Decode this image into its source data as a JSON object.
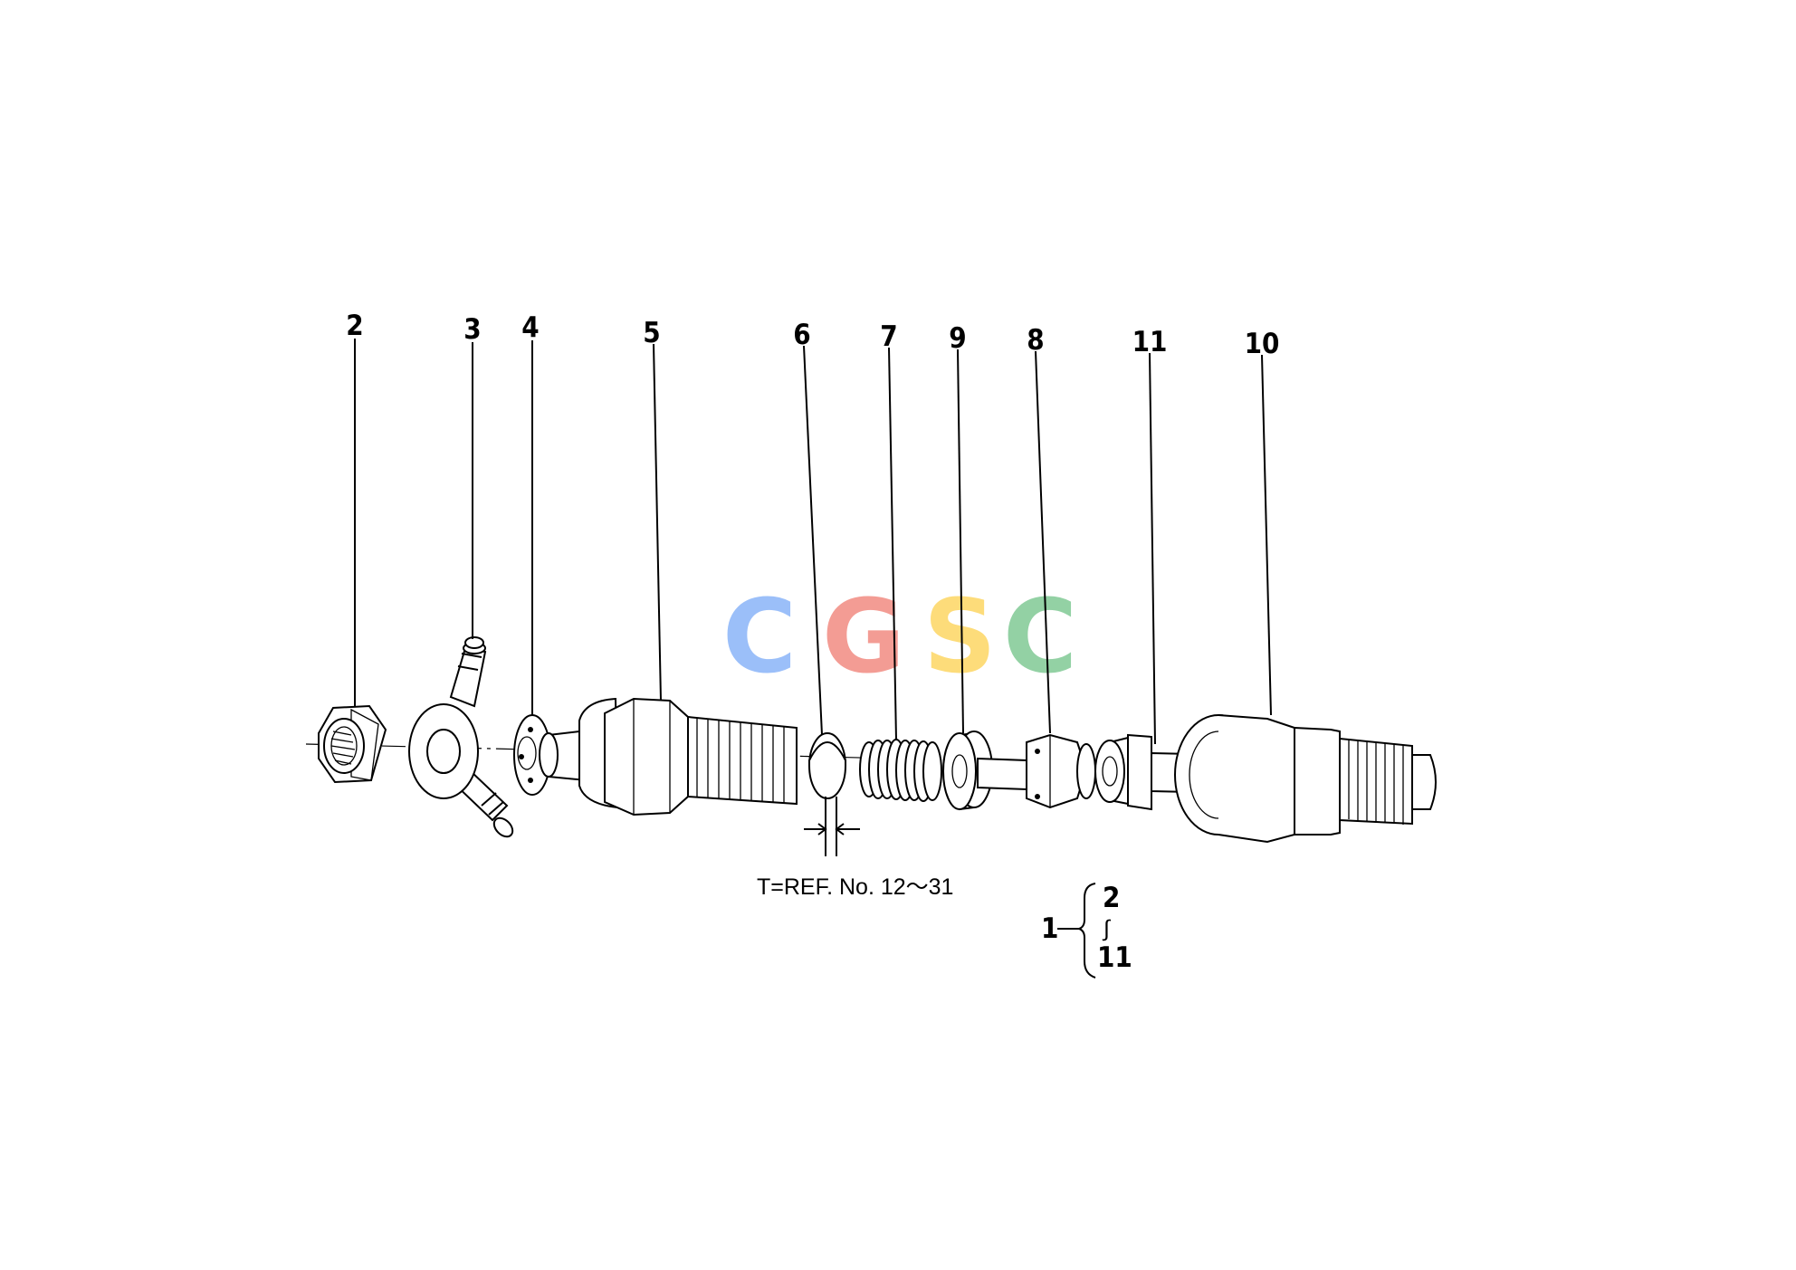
{
  "diagram": {
    "callouts": [
      "2",
      "3",
      "4",
      "5",
      "6",
      "7",
      "9",
      "8",
      "11",
      "10"
    ],
    "note": "T=REF. No. 12～31",
    "assembly": {
      "parent": "1",
      "first": "2",
      "range_mark": "∫",
      "last": "11"
    },
    "watermark": {
      "letters": [
        "C",
        "G",
        "S",
        "C"
      ],
      "colors": [
        "#8ab4f8",
        "#f28b82",
        "#fdd663",
        "#81c995"
      ]
    }
  }
}
